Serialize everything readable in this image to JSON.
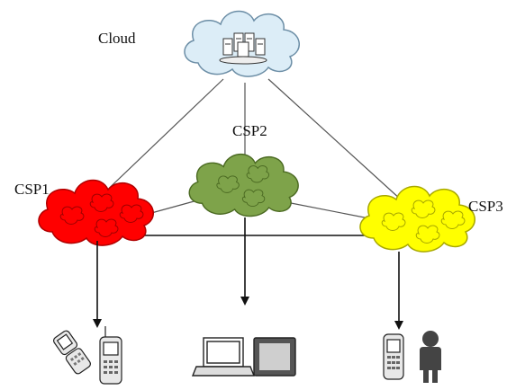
{
  "diagram": {
    "labels": {
      "cloud": "Cloud",
      "csp1": "CSP1",
      "csp2": "CSP2",
      "csp3": "CSP3"
    },
    "nodes": [
      {
        "id": "cloud",
        "color": "#d9ecf7",
        "icon": "server-cluster-icon"
      },
      {
        "id": "csp1",
        "color": "#ff0000",
        "inner_color": "#e00000"
      },
      {
        "id": "csp2",
        "color": "#7ea34a",
        "inner_color": "#6e9240"
      },
      {
        "id": "csp3",
        "color": "#ffff00",
        "inner_color": "#e6e600"
      }
    ],
    "edges": [
      {
        "from": "cloud",
        "to": "csp1"
      },
      {
        "from": "cloud",
        "to": "csp2"
      },
      {
        "from": "cloud",
        "to": "csp3"
      },
      {
        "from": "csp1",
        "to": "csp2"
      },
      {
        "from": "csp2",
        "to": "csp3"
      },
      {
        "from": "csp1",
        "to": "csp3"
      }
    ],
    "devices": [
      {
        "provider": "csp1",
        "icons": [
          "flip-phone-icon",
          "mobile-phone-icon"
        ]
      },
      {
        "provider": "csp2",
        "icons": [
          "laptop-icon",
          "tablet-icon"
        ]
      },
      {
        "provider": "csp3",
        "icons": [
          "mobile-phone-icon",
          "person-icon"
        ]
      }
    ]
  }
}
